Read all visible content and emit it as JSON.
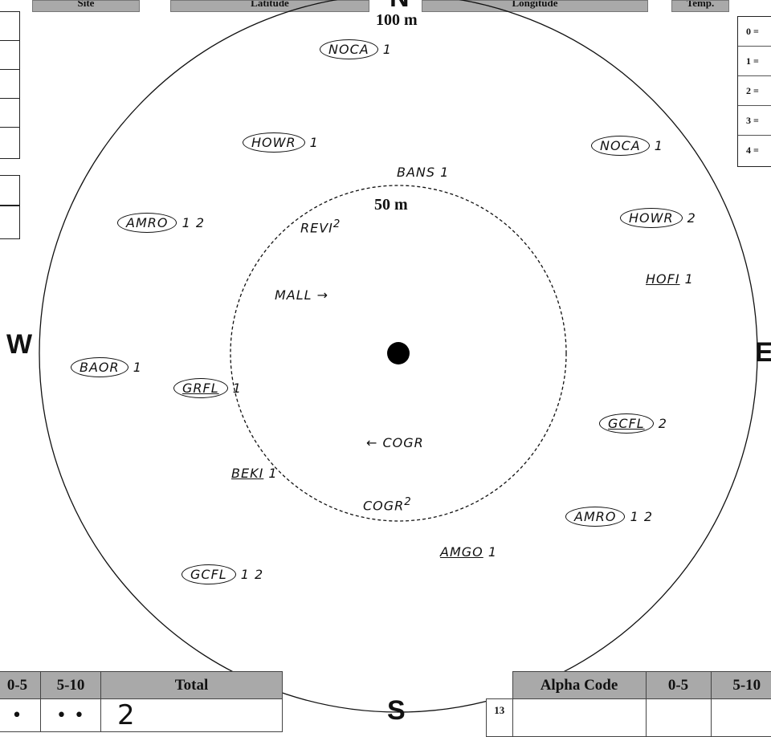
{
  "header": {
    "labels": [
      "Site",
      "Latitude",
      "Longitude",
      "Temp."
    ]
  },
  "compass": {
    "north": "N",
    "south": "S",
    "west": "W",
    "east": "E"
  },
  "rings": {
    "outer_label": "100 m",
    "inner_label": "50 m"
  },
  "code_legend": [
    "0 =",
    "1 =",
    "2 =",
    "3 =",
    "4 ="
  ],
  "annotations": {
    "noca_top": "NOCA",
    "noca_top_count": "1",
    "howr_left": "HOWR",
    "howr_left_count": "1",
    "noca_right": "NOCA",
    "noca_right_count": "1",
    "bans": "BANS",
    "bans_count": "1",
    "amro_left": "AMRO",
    "amro_left_count": "1 2",
    "revi": "REVI",
    "revi_count": "2",
    "howr_right": "HOWR",
    "howr_right_count": "2",
    "hofi": "HOFI",
    "hofi_count": "1",
    "mall": "MALL →",
    "baor": "BAOR",
    "baor_count": "1",
    "grfl": "GRFL",
    "grfl_count": "1",
    "cogr_center": "← COGR",
    "gcfl_right": "GCFL",
    "gcfl_right_count": "2",
    "beki": "BEKI",
    "beki_count": "1",
    "cogr_bottom": "COGR",
    "cogr_bottom_count": "2",
    "amro_right": "AMRO",
    "amro_right_count": "1 2",
    "amgo": "AMGO",
    "amgo_count": "1",
    "gcfl_left": "GCFL",
    "gcfl_left_count": "1 2"
  },
  "left_table": {
    "headers": [
      "0-5",
      "5-10",
      "Total"
    ],
    "row": [
      "•",
      "• •",
      "2"
    ]
  },
  "right_table": {
    "headers": [
      "Alpha Code",
      "0-5",
      "5-10"
    ],
    "row_number": "13",
    "row": [
      "",
      "",
      ""
    ]
  }
}
